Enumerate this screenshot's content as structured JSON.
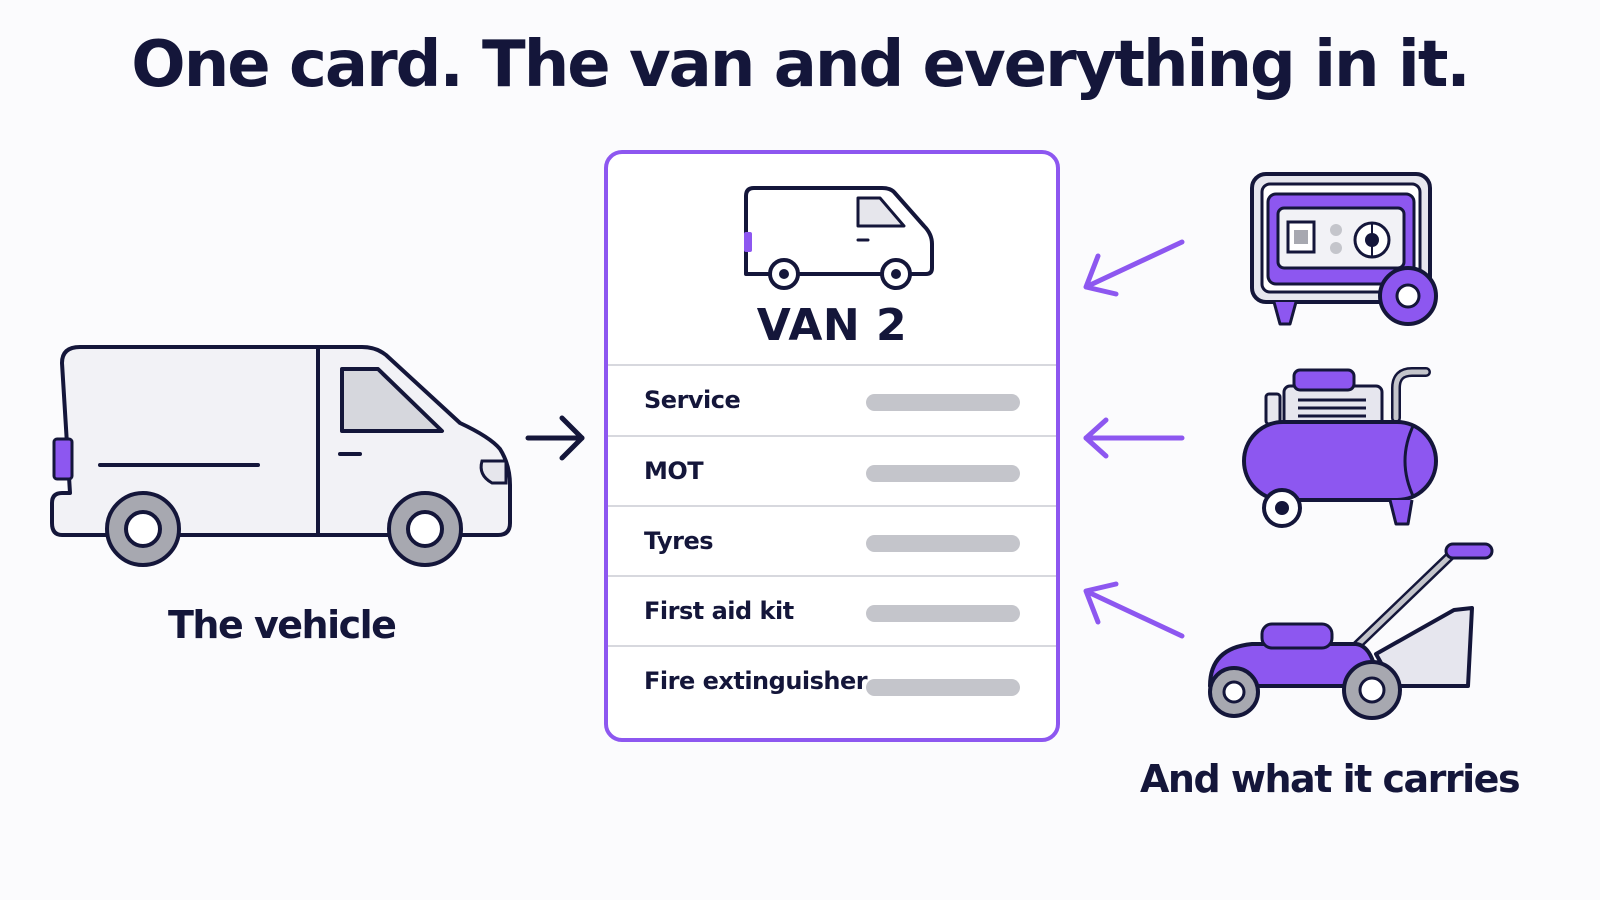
{
  "title": "One card. The van and everything in it.",
  "left_caption": "The vehicle",
  "right_caption": "And what it carries",
  "card": {
    "title": "VAN 2",
    "rows": [
      {
        "label": "Service"
      },
      {
        "label": "MOT"
      },
      {
        "label": "Tyres"
      },
      {
        "label": "First aid kit"
      },
      {
        "label": "Fire extinguisher"
      }
    ]
  },
  "items": [
    "generator-icon",
    "air-compressor-icon",
    "lawn-mower-icon"
  ],
  "colors": {
    "accent": "#8d57f0",
    "ink": "#14163a",
    "bar": "#c4c5cb",
    "divider": "#d7d8de"
  }
}
